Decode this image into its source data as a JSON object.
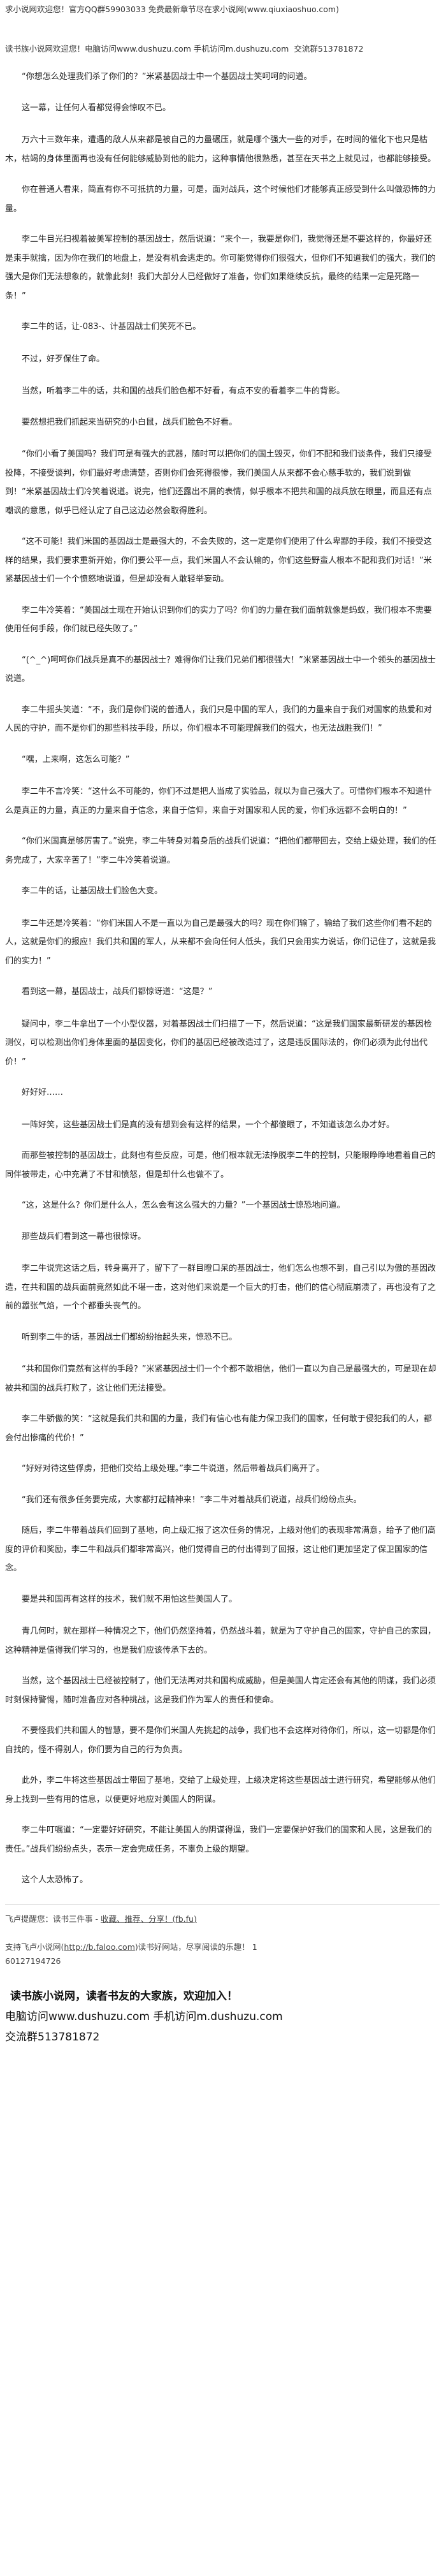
{
  "promo_top": "求小说网欢迎您！官方QQ群59903033 免费最新章节尽在求小说网(www.qiuxiaoshuo.com)",
  "header": {
    "text": "读书族小说网欢迎您！电脑访问www.dushuzu.com 手机访问m.dushuzu.com",
    "qq": "交流群513781872"
  },
  "paragraphs": [
    "“你想怎么处理我们杀了你们的？”米紧基因战士中一个基因战士笑呵呵的问道。",
    "这一幕，让任何人看都觉得会惊叹不已。",
    "万六十三数年来，遭遇的敌人从来都是被自己的力量碾压，就是哪个强大一些的对手，在时间的催化下也只是枯木，枯竭的身体里面再也没有任何能够威胁到他的能力，这种事情他很熟悉，甚至在天书之上就见过，也都能够接受。",
    "你在普通人看来，简直有你不可抵抗的力量，可是，面对战兵，这个时候他们才能够真正感受到什么叫做恐怖的力量。",
    "李二牛目光扫视着被美军控制的基因战士，然后说道：“来个一，我要是你们，我觉得还是不要这样的，你最好还是束手就擒，因为你在我们的地盘上，是没有机会逃走的。你可能觉得你们很强大，但你们不知道我们的强大，我们的强大是你们无法想象的，就像此刻！我们大部分人已经做好了准备，你们如果继续反抗，最终的结果一定是死路一条！”",
    "李二牛的话，让-083-、计基因战士们笑死不已。",
    "不过，好歹保住了命。",
    "当然，听着李二牛的话，共和国的战兵们脸色都不好看，有点不安的看着李二牛的背影。",
    "要然想把我们抓起来当研究的小白鼠，战兵们脸色不好看。",
    "“你们小看了美国吗？我们可是有强大的武器，随时可以把你们的国土毁灭，你们不配和我们谈条件，我们只接受投降，不接受谈判，你们最好考虑清楚，否则你们会死得很惨，我们美国人从来都不会心慈手软的，我们说到做到！”米紧基因战士们冷笑着说道。说完，他们还露出不屑的表情，似乎根本不把共和国的战兵放在眼里，而且还有点嘲讽的意思，似乎已经认定了自己这边必然会取得胜利。",
    "“这不可能！我们米国的基因战士是最强大的，不会失败的，这一定是你们使用了什么卑鄙的手段，我们不接受这样的结果，我们要求重新开始，你们要公平一点，我们米国人不会认输的，你们这些野蛮人根本不配和我们对话！”米紧基因战士们一个个愤怒地说道，但是却没有人敢轻举妄动。",
    "李二牛冷笑着：“美国战士现在开始认识到你们的实力了吗？你们的力量在我们面前就像是蚂蚁，我们根本不需要使用任何手段，你们就已经失败了。”",
    "“(^_^)呵呵你们战兵是真不的基因战士？难得你们让我们兄弟们都很强大！”米紧基因战士中一个领头的基因战士说道。",
    "李二牛摇头笑道：“不，我们是你们说的普通人，我们只是中国的军人，我们的力量来自于我们对国家的热爱和对人民的守护，而不是你们的那些科技手段，所以，你们根本不可能理解我们的强大，也无法战胜我们！”",
    "“嘿，上来啊，这怎么可能？”",
    "李二牛不言冷笑：“这什么不可能的，你们不过是把人当成了实验品，就以为自己强大了。可惜你们根本不知道什么是真正的力量，真正的力量来自于信念，来自于信仰，来自于对国家和人民的爱，你们永远都不会明白的！”",
    "“你们米国真是够厉害了。”说完，李二牛转身对着身后的战兵们说道：“把他们都带回去，交给上级处理，我们的任务完成了，大家辛苦了！”李二牛冷笑着说道。",
    "李二牛的话，让基因战士们脸色大变。",
    "李二牛还是冷笑着：“你们米国人不是一直以为自己是最强大的吗？现在你们输了，输给了我们这些你们看不起的人，这就是你们的报应！我们共和国的军人，从来都不会向任何人低头，我们只会用实力说话，你们记住了，这就是我们的实力！”",
    "看到这一幕，基因战士，战兵们都惊讶道：“这是？”",
    "疑问中，李二牛拿出了一个小型仪器，对着基因战士们扫描了一下，然后说道：“这是我们国家最新研发的基因检测仪，可以检测出你们身体里面的基因变化，你们的基因已经被改造过了，这是违反国际法的，你们必须为此付出代价！”",
    "好好好……",
    "一阵好笑，这些基因战士们是真的没有想到会有这样的结果，一个个都傻眼了，不知道该怎么办才好。",
    "而那些被控制的基因战士，此刻也有些反应，可是，他们根本就无法挣脱李二牛的控制，只能眼睁睁地看着自己的同伴被带走，心中充满了不甘和愤怒，但是却什么也做不了。",
    "“这，这是什么？你们是什么人，怎么会有这么强大的力量？”一个基因战士惊恐地问道。",
    "那些战兵们看到这一幕也很惊讶。",
    "李二牛说完这话之后，转身离开了，留下了一群目瞪口呆的基因战士，他们怎么也想不到，自己引以为傲的基因改造，在共和国的战兵面前竟然如此不堪一击，这对他们来说是一个巨大的打击，他们的信心彻底崩溃了，再也没有了之前的嚣张气焰，一个个都垂头丧气的。",
    "听到李二牛的话，基因战士们都纷纷抬起头来，惊恐不已。",
    "“共和国你们竟然有这样的手段？”米紧基因战士们一个个都不敢相信，他们一直以为自己是最强大的，可是现在却被共和国的战兵打败了，这让他们无法接受。",
    "李二牛骄傲的笑：“这就是我们共和国的力量，我们有信心也有能力保卫我们的国家，任何敢于侵犯我们的人，都会付出惨痛的代价！”",
    "“好好对待这些俘虏，把他们交给上级处理。”李二牛说道，然后带着战兵们离开了。",
    "“我们还有很多任务要完成，大家都打起精神来！”李二牛对着战兵们说道，战兵们纷纷点头。",
    "随后，李二牛带着战兵们回到了基地，向上级汇报了这次任务的情况，上级对他们的表现非常满意，给予了他们高度的评价和奖励，李二牛和战兵们都非常高兴，他们觉得自己的付出得到了回报，这让他们更加坚定了保卫国家的信念。",
    "要是共和国再有这样的技术，我们就不用怕这些美国人了。",
    "青几何时，就在那样一种情况之下，他们仍然坚持着，仍然战斗着，就是为了守护自己的国家，守护自己的家园，这种精神是值得我们学习的，也是我们应该传承下去的。",
    "当然，这个基因战士已经被控制了，他们无法再对共和国构成威胁，但是美国人肯定还会有其他的阴谋，我们必须时刻保持警惕，随时准备应对各种挑战，这是我们作为军人的责任和使命。",
    "不要怪我们共和国人的智慧，要不是你们米国人先挑起的战争，我们也不会这样对待你们，所以，这一切都是你们自找的，怪不得别人，你们要为自己的行为负责。",
    "此外，李二牛将这些基因战士带回了基地，交给了上级处理，上级决定将这些基因战士进行研究，希望能够从他们身上找到一些有用的信息，以便更好地应对美国人的阴谋。",
    "李二牛叮嘱道：“一定要好好研究，不能让美国人的阴谋得逞，我们一定要保护好我们的国家和人民，这是我们的责任。”战兵们纷纷点头，表示一定会完成任务，不辜负上级的期望。",
    "这个人太恐怖了。"
  ],
  "footer": {
    "chapter_prefix": "飞卢提醒您：读书三件事 - ",
    "chapter_links": "收藏、推荐、分享！(fb.fu)",
    "support_prefix": "支持飞卢小说网(",
    "support_link": "http://b.faloo.com",
    "support_suffix": ")读书好网站，尽享阅读的乐趣！ 1",
    "number": "60127194726",
    "slogan": "读书族小说网，读者书友的大家族，欢迎加入！",
    "pc_prefix": "电脑访问",
    "pc_url": "www.dushuzu.com",
    "mobile_prefix": " 手机访问",
    "mobile_url": "m.dushuzu.com",
    "group": "交流群513781872"
  }
}
